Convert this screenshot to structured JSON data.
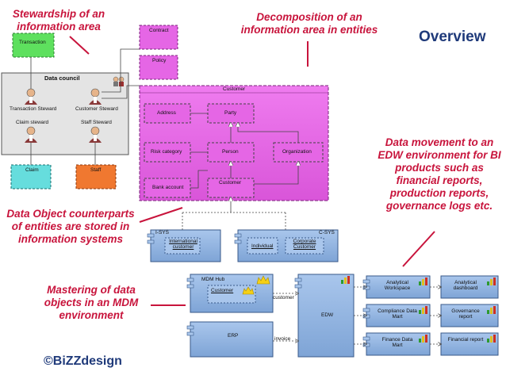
{
  "title": "Overview",
  "copyright": "©BiZZdesign",
  "annotations": {
    "stewardship": "Stewardship of an information area",
    "decomposition": "Decomposition of an information area in entities",
    "data_movement": "Data movement to an EDW environment for BI products such as financial reports, production reports, governance logs etc.",
    "counterparts": "Data Object counterparts of entities are stored in information systems",
    "mastering": "Mastering of data objects in an MDM environment"
  },
  "nodes": {
    "transaction": "Transaction",
    "data_council": "Data council",
    "transaction_steward": "Transaction Steward",
    "customer_steward": "Customer Steward",
    "claim_steward": "Claim steward",
    "staff_steward": "Staff Steward",
    "claim": "Claim",
    "staff": "Staff",
    "contract": "Contract",
    "policy": "Policy",
    "customer_area": "Customer",
    "address": "Address",
    "party": "Party",
    "risk_category": "Risk category",
    "person": "Person",
    "organization": "Organization",
    "bank_account": "Bank account",
    "customer_entity": "Customer",
    "isys": "I-SYS",
    "international_customer": "International customer",
    "csys": "C-SYS",
    "individual": "Individual",
    "corporate_customer": "Corporate Customer",
    "mdm_hub": "MDM Hub",
    "mdm_customer": "Customer",
    "erp": "ERP",
    "edw": "EDW",
    "flow_customer": "customer",
    "flow_invoice": "invoice",
    "analytical_workspace": "Analytical Workspace",
    "compliance_data_mart": "Compliance Data Mart",
    "finance_data_mart": "Finance Data Mart",
    "analytical_dashboard": "Analytical dashboard",
    "governance_report": "Governance report",
    "financial_report": "Financial report"
  },
  "colors": {
    "annotation": "#c8143c",
    "title": "#1f3a7a",
    "magenta": "#e566e5",
    "app_blue": "#8eb4e3",
    "green": "#5ee05e",
    "cyan": "#66dddd",
    "orange": "#f07830"
  }
}
